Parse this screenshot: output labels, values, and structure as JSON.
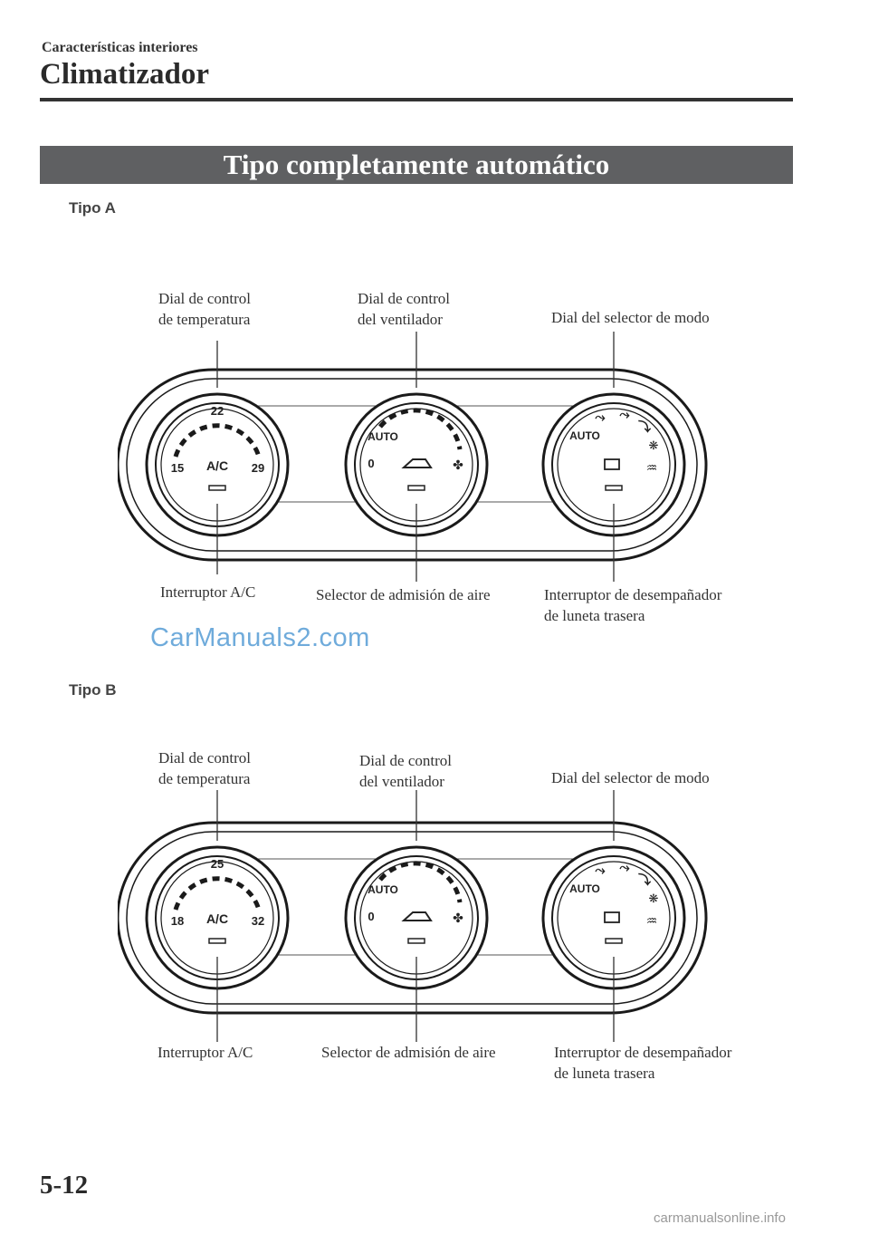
{
  "header": {
    "section": "Características interiores",
    "title": "Climatizador"
  },
  "banner": "Tipo completamente automático",
  "diagrams": [
    {
      "tipo": "Tipo A",
      "labels": {
        "temp_dial": [
          "Dial de control",
          "de temperatura"
        ],
        "fan_dial": [
          "Dial de control",
          "del ventilador"
        ],
        "mode_dial": "Dial del selector de modo",
        "ac_switch": "Interruptor A/C",
        "intake": "Selector de admisión de aire",
        "defogger": [
          "Interruptor de desempañador",
          "de luneta trasera"
        ]
      },
      "dial_markings": {
        "temp_min": "15",
        "temp_mid": "22",
        "temp_max": "29",
        "ac": "A/C",
        "auto": "AUTO",
        "off": "0"
      }
    },
    {
      "tipo": "Tipo B",
      "labels": {
        "temp_dial": [
          "Dial de control",
          "de temperatura"
        ],
        "fan_dial": [
          "Dial de control",
          "del ventilador"
        ],
        "mode_dial": "Dial del selector de modo",
        "ac_switch": "Interruptor A/C",
        "intake": "Selector de admisión de aire",
        "defogger": [
          "Interruptor de desempañador",
          "de luneta trasera"
        ]
      },
      "dial_markings": {
        "temp_min": "18",
        "temp_mid": "25",
        "temp_max": "32",
        "ac": "A/C",
        "auto": "AUTO",
        "off": "0"
      }
    }
  ],
  "watermark": "CarManuals2.com",
  "page_number": "5-12",
  "footer_site": "carmanualsonline.info"
}
